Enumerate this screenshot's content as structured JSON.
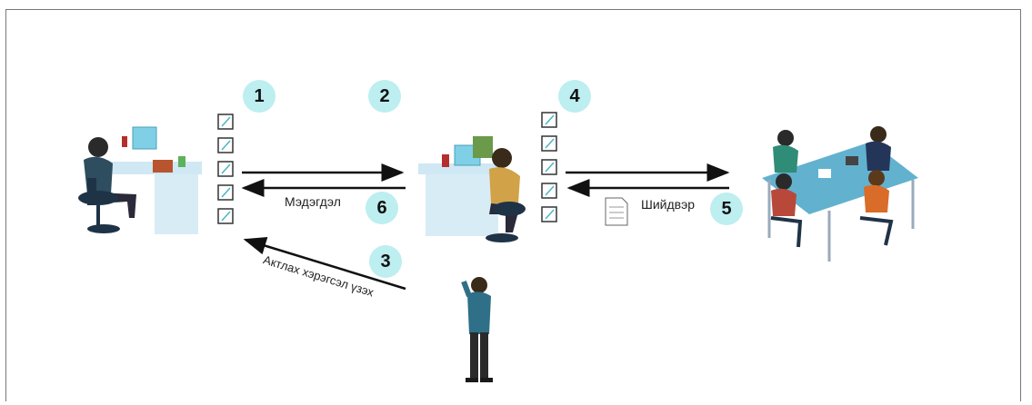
{
  "colors": {
    "badge": "#bdeef0",
    "desk": "#cfe8f4",
    "chair": "#1f3347",
    "table": "#62b2cf"
  },
  "steps": {
    "s1": "1",
    "s2": "2",
    "s3": "3",
    "s4": "4",
    "s5": "5",
    "s6": "6"
  },
  "labels": {
    "info": "Мэдэгдэл",
    "decision": "Шийдвэр",
    "tool": "Актлах хэрэгсэл үзэх"
  },
  "icons": [
    "checklist-icon",
    "document-icon",
    "arrow-icon"
  ]
}
